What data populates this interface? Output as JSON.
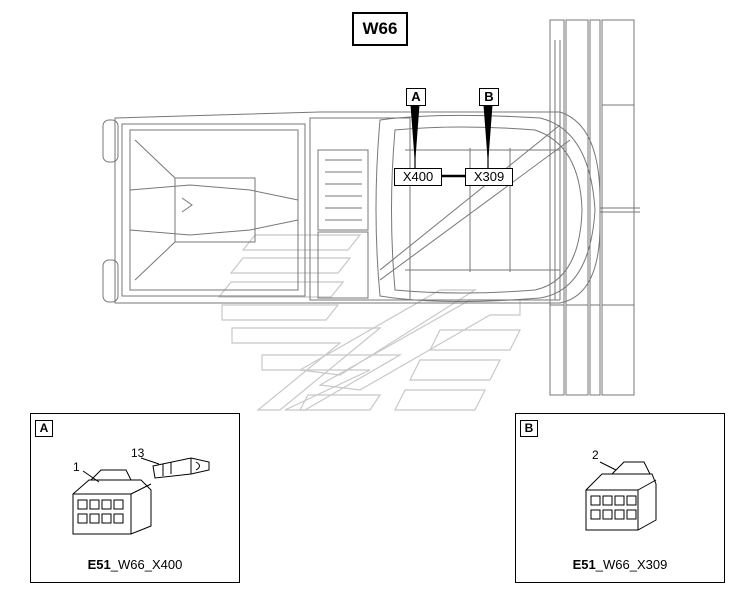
{
  "title": "W66",
  "markers": {
    "a": "A",
    "b": "B"
  },
  "connectors": {
    "x400": "X400",
    "x309": "X309"
  },
  "panel_a": {
    "tag": "A",
    "part_1": "1",
    "part_13": "13",
    "caption_bold": "E51",
    "caption_rest": "_W66_X400"
  },
  "panel_b": {
    "tag": "B",
    "part_2": "2",
    "caption_bold": "E51",
    "caption_rest": "_W66_X309"
  }
}
